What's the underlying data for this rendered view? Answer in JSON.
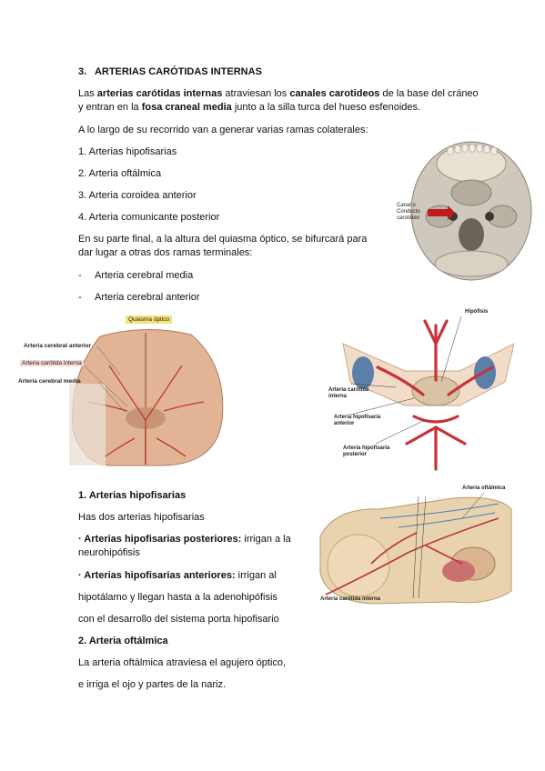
{
  "section3": {
    "heading_number": "3.",
    "heading_text": "ARTERIAS CARÓTIDAS INTERNAS",
    "intro_1": "Las ",
    "intro_b1": "arterias carótidas internas",
    "intro_2": " atraviesan los ",
    "intro_b2": "canales carotideos",
    "intro_3": " de la base del cráneo",
    "intro_4": "y entran en la ",
    "intro_b3": "fosa craneal media",
    "intro_5": " junto a la silla turca del hueso esfenoides.",
    "collateral_intro": "A lo largo de su recorrido van a generar varias ramas colaterales:",
    "collaterals": [
      "1. Arterias hipofisarias",
      "2. Arteria oftálmica",
      "3. Arteria coroidea anterior",
      "4. Arteria comunicante posterior"
    ],
    "terminal_intro_1": "En su parte final, a la altura del quiasma óptico, se bifurcará para",
    "terminal_intro_2": "dar lugar a otras dos ramas terminales:",
    "terminals": [
      "Arteria cerebral media",
      "Arteria cerebral anterior"
    ],
    "bullet": "-"
  },
  "figure_skull": {
    "label_line1": "Canal o",
    "label_line2": "Conducto",
    "label_line3": "carotídeo"
  },
  "figure_brain": {
    "label_quiasma": "Quiasma óptico",
    "label_cerebral_anterior": "Arteria cerebral anterior",
    "label_carotida": "Arteria carótida interna",
    "label_cerebral_media": "Arteria cerebral media"
  },
  "figure_hypophysis": {
    "label_hipofisis": "Hipófisis",
    "label_carotida_1": "Arteria carótida",
    "label_carotida_2": "interna",
    "label_hip_ant_1": "Arteria hipofisaria",
    "label_hip_ant_2": "anterior",
    "label_hip_post_1": "Arteria hipofisaria",
    "label_hip_post_2": "posterior"
  },
  "figure_orbit": {
    "label_oftalmica": "Arteria oftálmica",
    "label_carotida": "Arteria carótida interna"
  },
  "subsection1": {
    "heading": "1. Arterias hipofisarias",
    "line1": "Has dos arterias hipofisarias",
    "post_bold": "· Arterias hipofisarias posteriores:",
    "post_text": " irrigan a la",
    "post_text2": "neurohipófisis",
    "ant_bold": "· Arterias hipofisarias anteriores:",
    "ant_text": " irrigan al",
    "ant_text2": "hipotálamo y llegan hasta a la adenohipófisis",
    "ant_text3": "con el desarrollo del sistema porta hipofisario"
  },
  "subsection2": {
    "heading": "2. Arteria oftálmica",
    "line1": "La arteria oftálmica atraviesa el agujero óptico,",
    "line2": "e irriga el ojo y partes de la nariz."
  }
}
